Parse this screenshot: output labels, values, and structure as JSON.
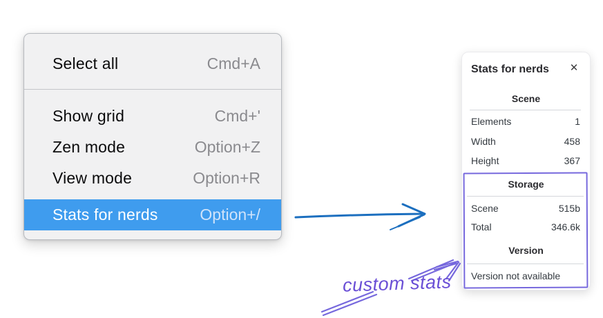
{
  "context_menu": {
    "sections": [
      {
        "items": [
          {
            "label": "Select all",
            "shortcut": "Cmd+A"
          }
        ]
      },
      {
        "items": [
          {
            "label": "Show grid",
            "shortcut": "Cmd+'"
          },
          {
            "label": "Zen mode",
            "shortcut": "Option+Z"
          },
          {
            "label": "View mode",
            "shortcut": "Option+R"
          },
          {
            "label": "Stats for nerds",
            "shortcut": "Option+/",
            "highlighted": true
          }
        ]
      }
    ]
  },
  "stats_panel": {
    "title": "Stats for nerds",
    "close_icon": "✕",
    "sections": [
      {
        "header": "Scene",
        "rows": [
          {
            "label": "Elements",
            "value": "1"
          },
          {
            "label": "Width",
            "value": "458"
          },
          {
            "label": "Height",
            "value": "367"
          }
        ]
      },
      {
        "header": "Storage",
        "rows": [
          {
            "label": "Scene",
            "value": "515b"
          },
          {
            "label": "Total",
            "value": "346.6k"
          }
        ]
      },
      {
        "header": "Version",
        "note": "Version not available"
      }
    ]
  },
  "annotations": {
    "custom_stats_label": "custom stats"
  },
  "colors": {
    "menu_highlight": "#3f9cee",
    "arrow_blue": "#1c6fbf",
    "annotation_purple": "#6a4fd6",
    "box_purple": "#7668dd"
  }
}
